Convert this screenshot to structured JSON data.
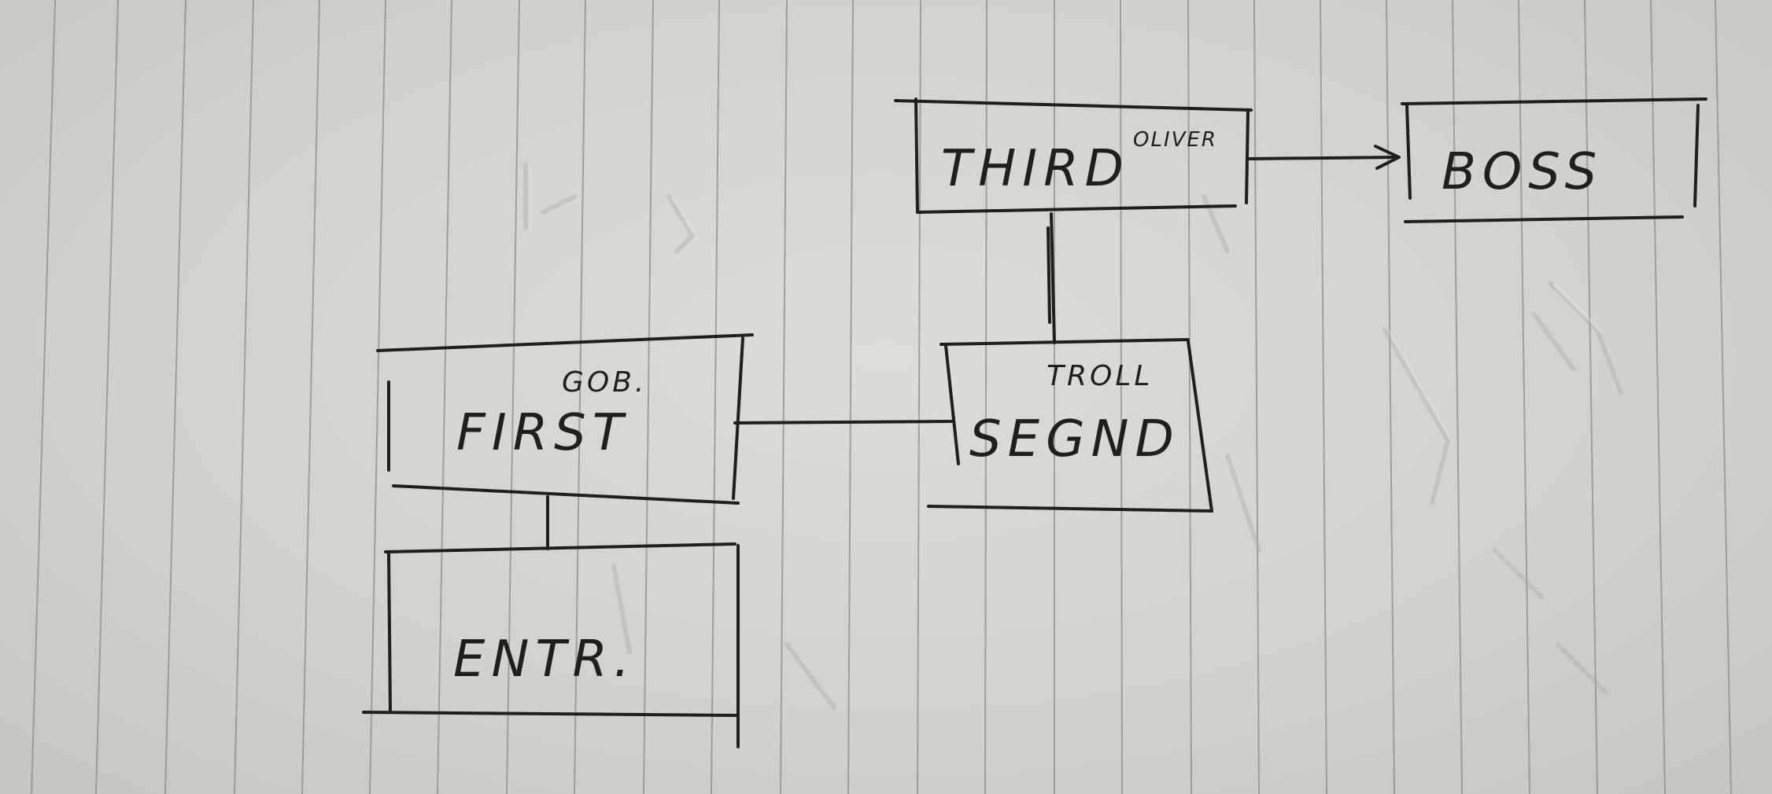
{
  "nodes": [
    {
      "id": "entr",
      "label": "ENTR."
    },
    {
      "id": "first",
      "label": "FIRST",
      "note": "GOB."
    },
    {
      "id": "second",
      "label": "SEGND",
      "note": "TROLL"
    },
    {
      "id": "third",
      "label": "THIRD",
      "note": "OLIVER"
    },
    {
      "id": "boss",
      "label": "BOSS"
    }
  ],
  "edges": [
    {
      "from": "entr",
      "to": "first"
    },
    {
      "from": "first",
      "to": "second"
    },
    {
      "from": "second",
      "to": "third"
    },
    {
      "from": "third",
      "to": "boss",
      "arrow": true
    }
  ]
}
